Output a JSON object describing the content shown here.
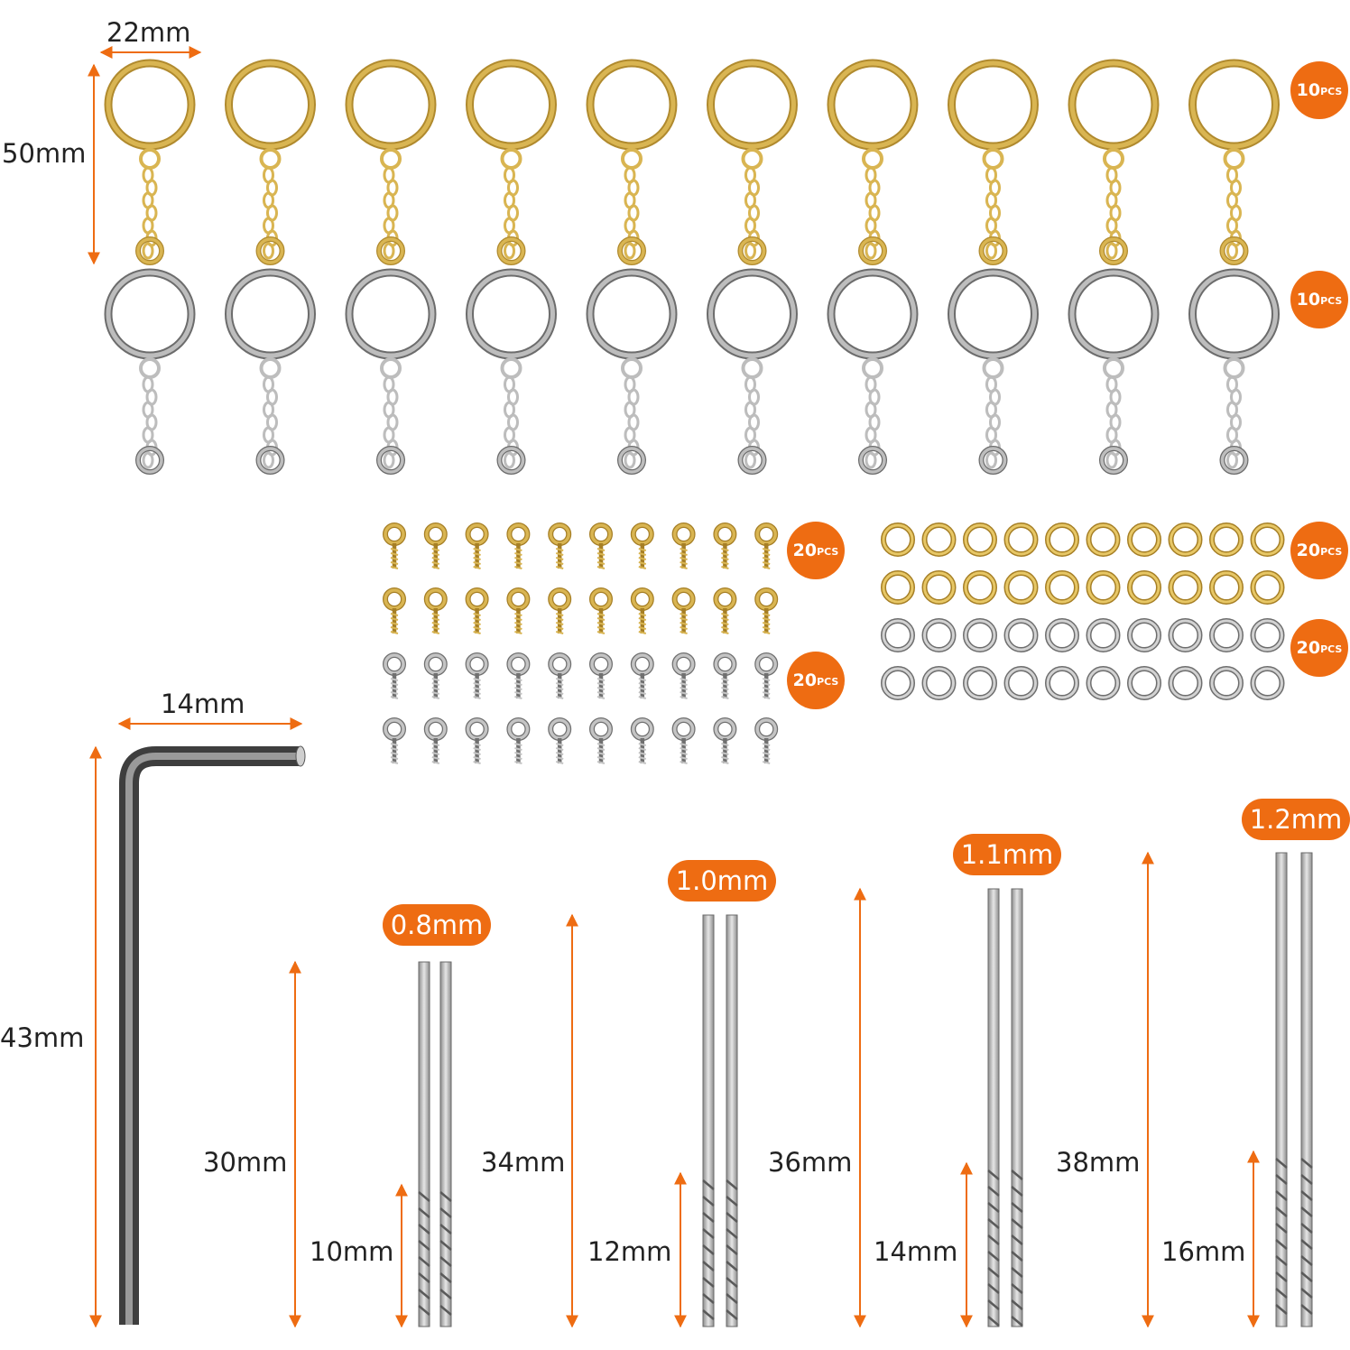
{
  "colors": {
    "accent": "#ee6c12",
    "gold": "#d9b552",
    "silver": "#9a9a9a",
    "hex_key": "#6e6e6e",
    "text": "#222222"
  },
  "keychains": {
    "width_label": "22mm",
    "height_label": "50mm",
    "gold_row": {
      "count": 10,
      "badge": {
        "num": "10",
        "unit": "PCS"
      }
    },
    "silver_row": {
      "count": 10,
      "badge": {
        "num": "10",
        "unit": "PCS"
      }
    }
  },
  "eye_screws": {
    "gold_badge": {
      "num": "20",
      "unit": "PCS"
    },
    "silver_badge": {
      "num": "20",
      "unit": "PCS"
    },
    "per_row": 10
  },
  "jump_rings": {
    "gold_badge": {
      "num": "20",
      "unit": "PCS"
    },
    "silver_badge": {
      "num": "20",
      "unit": "PCS"
    },
    "per_row": 10
  },
  "hex_key": {
    "width_label": "14mm",
    "height_label": "43mm"
  },
  "drill_bits": [
    {
      "size": "0.8mm",
      "length": "30mm",
      "flute": "10mm"
    },
    {
      "size": "1.0mm",
      "length": "34mm",
      "flute": "12mm"
    },
    {
      "size": "1.1mm",
      "length": "36mm",
      "flute": "14mm"
    },
    {
      "size": "1.2mm",
      "length": "38mm",
      "flute": "16mm"
    }
  ]
}
